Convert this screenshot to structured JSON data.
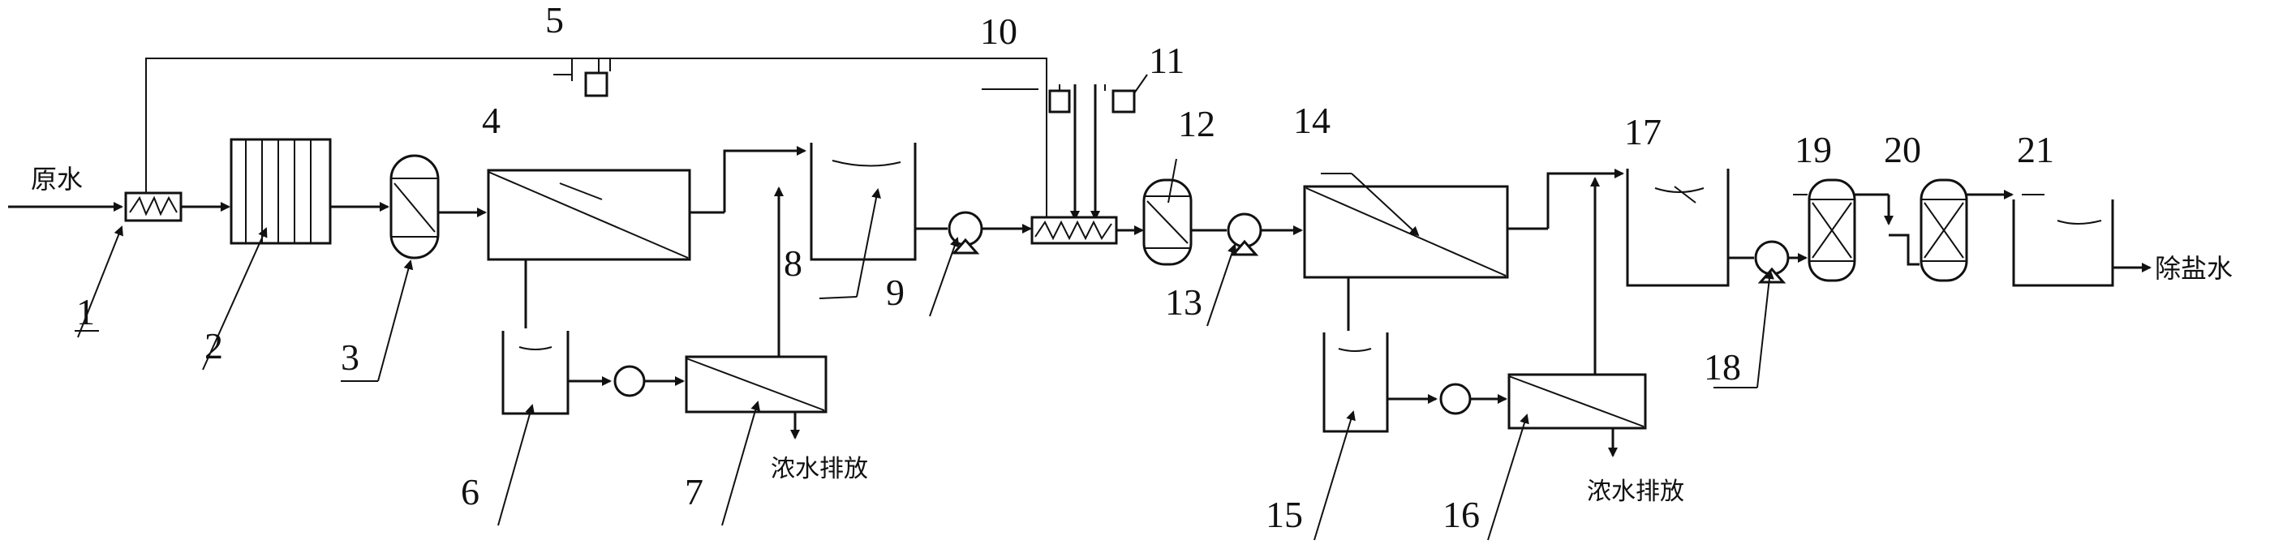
{
  "labels": {
    "raw_water": "原水",
    "brine_discharge_1": "浓水排放",
    "brine_discharge_2": "浓水排放",
    "desalted_water": "除盐水"
  },
  "numbers": [
    "1",
    "2",
    "3",
    "4",
    "5",
    "6",
    "7",
    "8",
    "9",
    "10",
    "11",
    "12",
    "13",
    "14",
    "15",
    "16",
    "17",
    "18",
    "19",
    "20",
    "21"
  ]
}
